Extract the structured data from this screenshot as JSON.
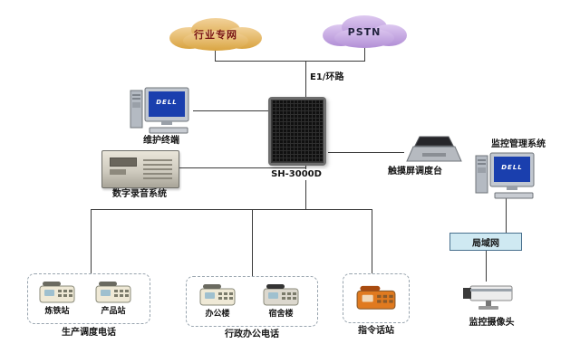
{
  "colors": {
    "line": "#3a3a3a",
    "cloud_industry_1": "#f2d29a",
    "cloud_industry_2": "#d9a441",
    "cloud_pstn_1": "#ddc8f0",
    "cloud_pstn_2": "#b28fd6",
    "industry_text": "#7a1616",
    "pstn_text": "#23233f",
    "lan_bg": "#cfe9f2",
    "phone_orange": "#e07a1f",
    "screen_blue": "#1a3fae"
  },
  "diagram": {
    "clouds": [
      {
        "label": "行业专网"
      },
      {
        "label": "PSTN"
      }
    ],
    "link_label": "E1/环路",
    "server_label": "SH-3000D",
    "screen_text": "DELL",
    "nodes": {
      "maintenance_terminal": "维护终端",
      "recording_system": "数字录音系统",
      "touch_console": "触摸屏调度台",
      "monitor_system": "监控管理系统",
      "lan": "局域网",
      "camera": "监控摄像头"
    },
    "groups": [
      {
        "label": "生产调度电话",
        "phones": [
          {
            "label": "炼铁站"
          },
          {
            "label": "产品站"
          }
        ]
      },
      {
        "label": "行政办公电话",
        "phones": [
          {
            "label": "办公楼"
          },
          {
            "label": "宿舍楼"
          }
        ]
      },
      {
        "label": "指令话站",
        "phones": []
      }
    ]
  }
}
